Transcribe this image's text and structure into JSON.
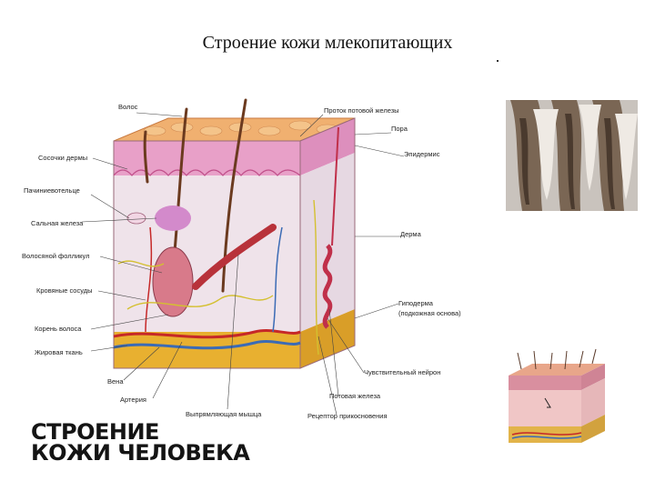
{
  "title": "Строение кожи млекопитающих",
  "diagram": {
    "labels_left": [
      "Волос",
      "Сосочки дермы",
      "Пачиниевотельце",
      "Сальная железа",
      "Волосяной фолликул",
      "Кровяные сосуды",
      "Корень волоса",
      "Жировая ткань",
      "Вена",
      "Артерия",
      "Выпрямляющая мышца"
    ],
    "labels_right": [
      "Проток потовой железы",
      "Пора",
      "Эпидермис",
      "Дерма",
      "Гиподерма",
      "(подкожная основа)",
      "Чувствительный нейрон",
      "Потовая железа",
      "Рецептор прикосновения"
    ],
    "caption_line1": "СТРОЕНИЕ",
    "caption_line2": "КОЖИ ЧЕЛОВЕКА"
  },
  "colors": {
    "epidermis": "#e8a0c8",
    "dermis": "#efe3ea",
    "hypodermis": "#e8b030",
    "surface": "#f0b070"
  }
}
